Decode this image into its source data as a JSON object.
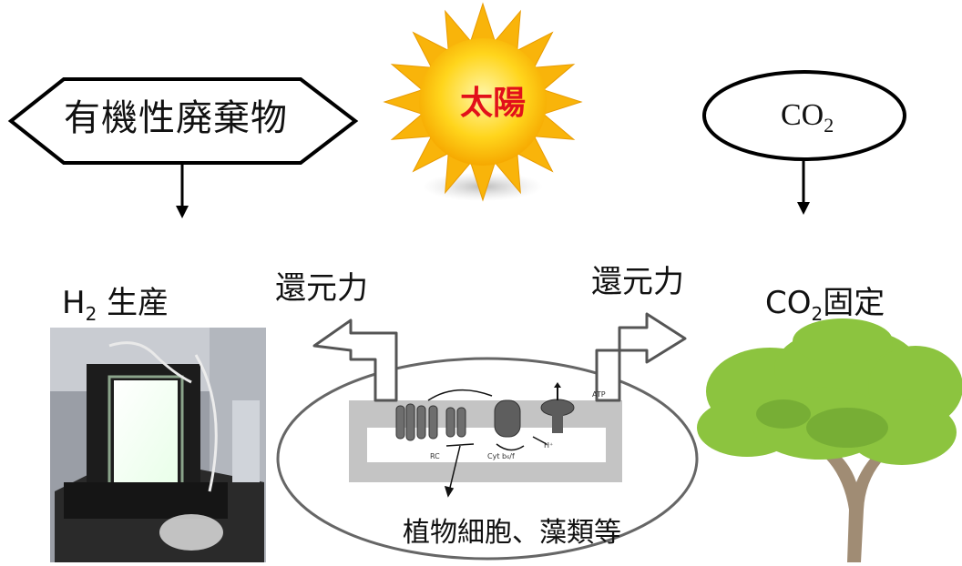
{
  "labels": {
    "organic_waste": "有機性廃棄物",
    "sun": "太陽",
    "co2": "CO",
    "co2_sub": "2",
    "h2": "H",
    "h2_sub": "2",
    "h2_production": " 生産",
    "reducing_power_left": "還元力",
    "reducing_power_right": "還元力",
    "co2_fix_prefix": "CO",
    "co2_fix_sub": "2",
    "co2_fixation": "固定",
    "cell": "植物細胞、藻類等"
  },
  "diagram_labels": {
    "rc": "RC",
    "cyt": "Cyt b₆/f",
    "atp": "ATP",
    "h_plus": "H⁺"
  },
  "colors": {
    "sun_body": "#ffd21f",
    "sun_rays": "#f6b800",
    "sun_text": "#e2101a",
    "tree_leaves": "#8cc152",
    "tree_trunk": "#9a8a73",
    "membrane": "#bfbfbf"
  }
}
